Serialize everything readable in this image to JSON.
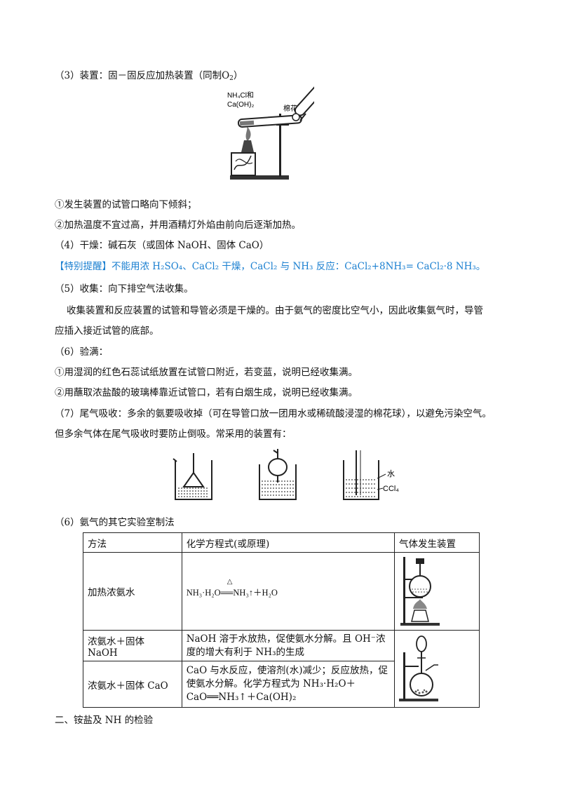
{
  "s3_title": "（3）装置：固－固反应加热装置（同制O",
  "s3_title_sub": "2",
  "s3_title_end": "）",
  "fig1_label_reagent1": "NH₄Cl和",
  "fig1_label_reagent2": "Ca(OH)₂",
  "fig1_label_cotton": "棉花",
  "note1": "①发生装置的试管口略向下倾斜；",
  "note2": "②加热温度不宜过高，并用酒精灯外焰由前向后逐渐加热。",
  "s4": "（4）干燥：碱石灰（或固体 NaOH、固体 CaO）",
  "tip_label": "【特别提醒】",
  "tip_text": "不能用浓 H₂SO₄、CaCl₂ 干燥，CaCl₂ 与 NH₃ 反应：CaCl₂+8NH₃= CaCl₂·8 NH₃。",
  "s5": "（5）收集：向下排空气法收集。",
  "s5_para_l1": "收集装置和反应装置的试管和导管必须是干燥的。由于氨气的密度比空气小，因此收集氨气时，导管",
  "s5_para_l2": "应插入接近试管的底部。",
  "s6": "（6）验满：",
  "s6_1": "①用湿润的红色石蕊试纸放置在试管口附近，若变蓝，说明已经收集满。",
  "s6_2": "②用蘸取浓盐酸的玻璃棒靠近试管口，若有白烟生成，说明已经收集满。",
  "s7_l1": "（7）尾气吸收：多余的氨要吸收掉（可在导管口放一团用水或稀硫酸浸湿的棉花球），以避免污染空气。",
  "s7_l2": "但多余气体在尾气吸收时要防止倒吸。常采用的装置有：",
  "fig2_label_water": "水",
  "fig2_label_ccl4": "CCl₄",
  "s8": "（6）氨气的其它实验室制法",
  "table": {
    "headers": [
      "方法",
      "化学方程式(或原理)",
      "气体发生装置"
    ],
    "rows": [
      {
        "method": "加热浓氨水",
        "equation": "NH₃·H₂O══NH₃↑＋H₂O",
        "eq_mark": "△"
      },
      {
        "method": "浓氨水＋固体 NaOH",
        "equation": "NaOH 溶于水放热，促使氨水分解。且 OH⁻浓度的增大有利于 NH₃的生成"
      },
      {
        "method": "浓氨水＋固体 CaO",
        "equation": "CaO 与水反应，使溶剂(水)减少；反应放热，促使氨水分解。化学方程式为 NH₃·H₂O＋CaO══NH₃↑＋Ca(OH)₂"
      }
    ]
  },
  "s9": "二、铵盐及 NH 的检验",
  "colors": {
    "accent_blue": "#1a7fd0",
    "text": "#111111"
  }
}
